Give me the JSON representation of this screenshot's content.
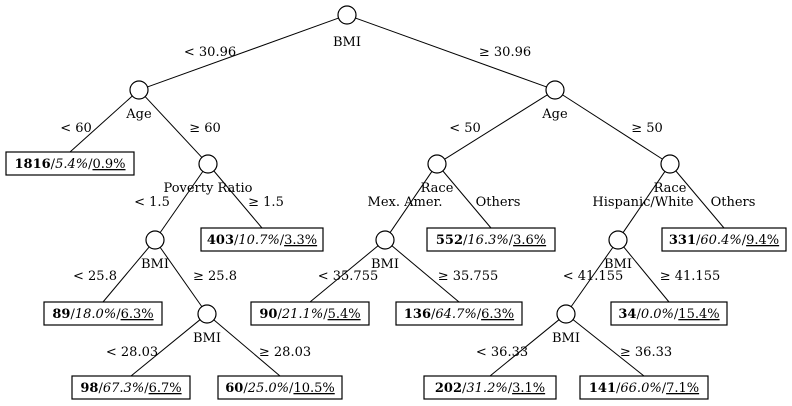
{
  "nodes": [
    {
      "id": "root",
      "label": "BMI"
    },
    {
      "id": "age_l",
      "label": "Age"
    },
    {
      "id": "age_r",
      "label": "Age"
    },
    {
      "id": "pov",
      "label": "Poverty Ratio"
    },
    {
      "id": "race_l",
      "label": "Race"
    },
    {
      "id": "race_r",
      "label": "Race"
    },
    {
      "id": "bmi_a",
      "label": "BMI"
    },
    {
      "id": "bmi_b",
      "label": "BMI"
    },
    {
      "id": "bmi_c",
      "label": "BMI"
    },
    {
      "id": "bmi_d",
      "label": "BMI"
    },
    {
      "id": "bmi_e",
      "label": "BMI"
    }
  ],
  "edges": [
    {
      "id": "e_root_l",
      "from": "root",
      "to": "age_l",
      "label": "< 30.96"
    },
    {
      "id": "e_root_r",
      "from": "root",
      "to": "age_r",
      "label": "≥ 30.96"
    },
    {
      "id": "e_agel_l",
      "from": "age_l",
      "to": "leaf_1816",
      "label": "< 60"
    },
    {
      "id": "e_agel_r",
      "from": "age_l",
      "to": "pov",
      "label": "≥ 60"
    },
    {
      "id": "e_pov_l",
      "from": "pov",
      "to": "bmi_a",
      "label": "< 1.5"
    },
    {
      "id": "e_pov_r",
      "from": "pov",
      "to": "leaf_403",
      "label": "≥ 1.5"
    },
    {
      "id": "e_bmia_l",
      "from": "bmi_a",
      "to": "leaf_89",
      "label": "< 25.8"
    },
    {
      "id": "e_bmia_r",
      "from": "bmi_a",
      "to": "bmi_b",
      "label": "≥ 25.8"
    },
    {
      "id": "e_bmib_l",
      "from": "bmi_b",
      "to": "leaf_98",
      "label": "< 28.03"
    },
    {
      "id": "e_bmib_r",
      "from": "bmi_b",
      "to": "leaf_60",
      "label": "≥ 28.03"
    },
    {
      "id": "e_ager_l",
      "from": "age_r",
      "to": "race_l",
      "label": "< 50"
    },
    {
      "id": "e_ager_r",
      "from": "age_r",
      "to": "race_r",
      "label": "≥ 50"
    },
    {
      "id": "e_racel_l",
      "from": "race_l",
      "to": "bmi_c",
      "label": "Mex. Amer."
    },
    {
      "id": "e_racel_r",
      "from": "race_l",
      "to": "leaf_552",
      "label": "Others"
    },
    {
      "id": "e_bmic_l",
      "from": "bmi_c",
      "to": "leaf_90",
      "label": "< 35.755"
    },
    {
      "id": "e_bmic_r",
      "from": "bmi_c",
      "to": "leaf_136",
      "label": "≥ 35.755"
    },
    {
      "id": "e_racer_l",
      "from": "race_r",
      "to": "bmi_d",
      "label": "Hispanic/White"
    },
    {
      "id": "e_racer_r",
      "from": "race_r",
      "to": "leaf_331",
      "label": "Others"
    },
    {
      "id": "e_bmid_l",
      "from": "bmi_d",
      "to": "bmi_e",
      "label": "< 41.155"
    },
    {
      "id": "e_bmid_r",
      "from": "bmi_d",
      "to": "leaf_34",
      "label": "≥ 41.155"
    },
    {
      "id": "e_bmie_l",
      "from": "bmi_e",
      "to": "leaf_202",
      "label": "< 36.33"
    },
    {
      "id": "e_bmie_r",
      "from": "bmi_e",
      "to": "leaf_141",
      "label": "≥ 36.33"
    }
  ],
  "leaves": [
    {
      "id": "leaf_1816",
      "n": "1816",
      "pct": "5.4%",
      "rate": "0.9%"
    },
    {
      "id": "leaf_403",
      "n": "403",
      "pct": "10.7%",
      "rate": "3.3%"
    },
    {
      "id": "leaf_89",
      "n": "89",
      "pct": "18.0%",
      "rate": "6.3%"
    },
    {
      "id": "leaf_98",
      "n": "98",
      "pct": "67.3%",
      "rate": "6.7%"
    },
    {
      "id": "leaf_60",
      "n": "60",
      "pct": "25.0%",
      "rate": "10.5%"
    },
    {
      "id": "leaf_552",
      "n": "552",
      "pct": "16.3%",
      "rate": "3.6%"
    },
    {
      "id": "leaf_90",
      "n": "90",
      "pct": "21.1%",
      "rate": "5.4%"
    },
    {
      "id": "leaf_136",
      "n": "136",
      "pct": "64.7%",
      "rate": "6.3%"
    },
    {
      "id": "leaf_331",
      "n": "331",
      "pct": "60.4%",
      "rate": "9.4%"
    },
    {
      "id": "leaf_34",
      "n": "34",
      "pct": "0.0%",
      "rate": "15.4%"
    },
    {
      "id": "leaf_202",
      "n": "202",
      "pct": "31.2%",
      "rate": "3.1%"
    },
    {
      "id": "leaf_141",
      "n": "141",
      "pct": "66.0%",
      "rate": "7.1%"
    }
  ]
}
